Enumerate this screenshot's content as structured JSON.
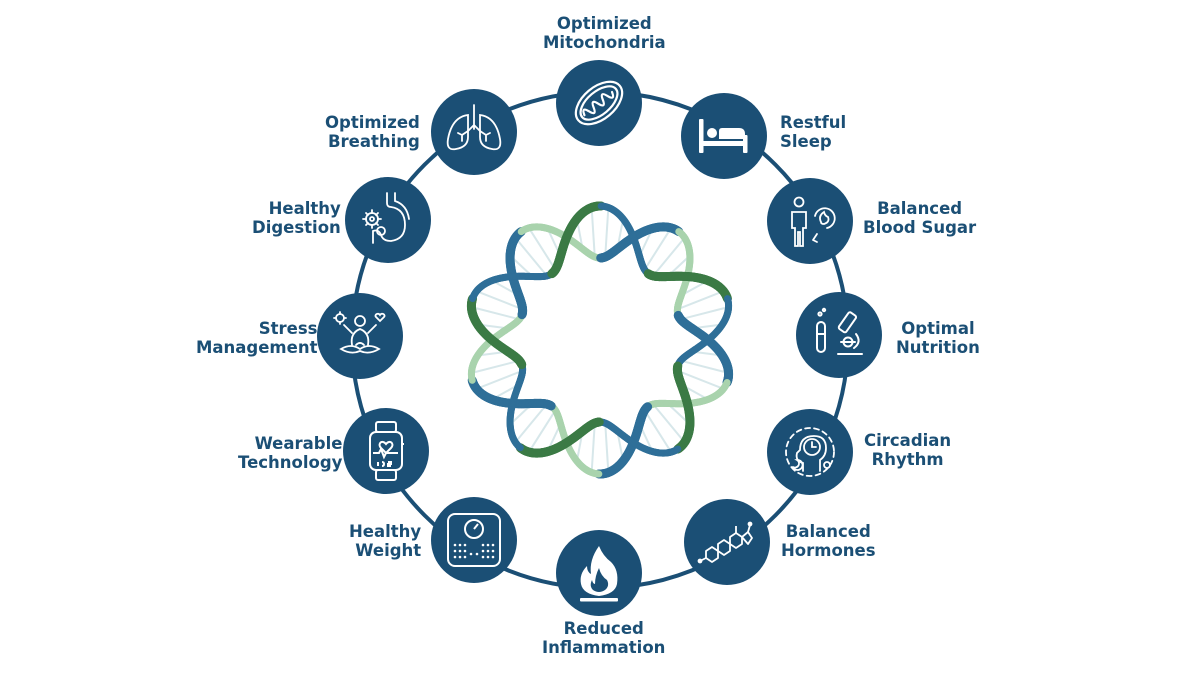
{
  "ring_color": "#1b4f75",
  "dna_colors": {
    "blue": "#2f6f98",
    "green": "#3b7a45",
    "light_green": "#a9d3ad"
  },
  "nodes": [
    {
      "id": "mitochondria",
      "icon": "mitochondria-icon",
      "label_lines": [
        "Optimized",
        "Mitochondria"
      ]
    },
    {
      "id": "sleep",
      "icon": "bed-icon",
      "label_lines": [
        "Restful",
        "Sleep"
      ]
    },
    {
      "id": "blood-sugar",
      "icon": "glucose-person-icon",
      "label_lines": [
        "Balanced",
        "Blood Sugar"
      ]
    },
    {
      "id": "nutrition",
      "icon": "microscope-icon",
      "label_lines": [
        "Optimal",
        "Nutrition"
      ]
    },
    {
      "id": "circadian",
      "icon": "circadian-head-icon",
      "label_lines": [
        "Circadian",
        "Rhythm"
      ]
    },
    {
      "id": "hormones",
      "icon": "steroid-molecule-icon",
      "label_lines": [
        "Balanced",
        "Hormones"
      ]
    },
    {
      "id": "inflammation",
      "icon": "flame-icon",
      "label_lines": [
        "Reduced",
        "Inflammation"
      ]
    },
    {
      "id": "weight",
      "icon": "scale-icon",
      "label_lines": [
        "Healthy",
        "Weight"
      ]
    },
    {
      "id": "wearable",
      "icon": "smartwatch-icon",
      "label_lines": [
        "Wearable",
        "Technology"
      ]
    },
    {
      "id": "stress",
      "icon": "meditation-icon",
      "label_lines": [
        "Stress",
        "Management"
      ]
    },
    {
      "id": "digestion",
      "icon": "stomach-gears-icon",
      "label_lines": [
        "Healthy",
        "Digestion"
      ]
    },
    {
      "id": "breathing",
      "icon": "lungs-icon",
      "label_lines": [
        "Optimized",
        "Breathing"
      ]
    }
  ]
}
